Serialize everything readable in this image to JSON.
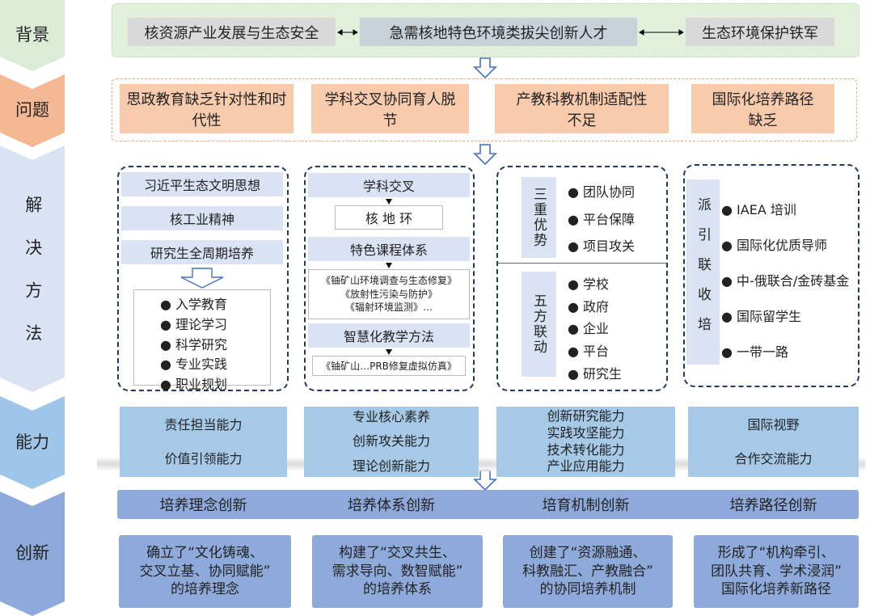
{
  "stages": [
    "背景",
    "问题",
    "解决方法",
    "能力",
    "创新"
  ],
  "background": {
    "left": "核资源产业发展与生态安全",
    "center": "急需核地特色环境类拔尖创新人才",
    "right": "生态环境保护铁军"
  },
  "problems": [
    "思政教育缺乏针对性和时代性",
    "学科交叉协同育人脱节",
    "产教科教机制适配性不足",
    "国际化培养路径缺乏"
  ],
  "methods": {
    "col1": {
      "bars": [
        "习近平生态文明思想",
        "核工业精神",
        "研究生全周期培养"
      ],
      "items": [
        "入学教育",
        "理论学习",
        "科学研究",
        "专业实践",
        "职业规划"
      ]
    },
    "col2": {
      "h1": "学科交叉",
      "b1": "核 地 环",
      "h2": "特色课程体系",
      "courses": [
        "《铀矿山环境调查与生态修复》",
        "《放射性污染与防护》",
        "《辐射环境监测》…"
      ],
      "h3": "智慧化教学方法",
      "b3": "《铀矿山…PRB修复虚拟仿真》"
    },
    "col3": {
      "g1_label": "三重优势",
      "g1_items": [
        "团队协同",
        "平台保障",
        "项目攻关"
      ],
      "g2_label": "五方联动",
      "g2_items": [
        "学校",
        "政府",
        "企业",
        "平台",
        "研究生"
      ]
    },
    "col4": {
      "label": "派引联收培",
      "items": [
        "IAEA 培训",
        "国际化优质导师",
        "中-俄联合/金砖基金",
        "国际留学生",
        "一带一路"
      ]
    }
  },
  "abilities": [
    [
      "责任担当能力",
      "价值引领能力"
    ],
    [
      "专业核心素养",
      "创新攻关能力",
      "理论创新能力"
    ],
    [
      "创新研究能力",
      "实践攻坚能力",
      "技术转化能力",
      "产业应用能力"
    ],
    [
      "国际视野",
      "合作交流能力"
    ]
  ],
  "innovation_titles": [
    "培养理念创新",
    "培养体系创新",
    "培育机制创新",
    "培养路径创新"
  ],
  "innovations": [
    [
      "确立了“文化铸魂、",
      "交叉立基、协同赋能”",
      "的培养理念"
    ],
    [
      "构建了“交叉共生、",
      "需求导向、数智赋能”",
      "的培养体系"
    ],
    [
      "创建了“资源融通、",
      "科教融汇、产教融合”",
      "的协同培养机制"
    ],
    [
      "形成了“机构牵引、",
      "团队共育、学术浸润”",
      "国际化培养新路径"
    ]
  ],
  "colors": {
    "green": "#e2efda",
    "orange": "#f8cbad",
    "navy": "#1f3864",
    "light_blue": "#dae3f3",
    "ability": "#a6c9e8",
    "innov": "#8eaadb"
  }
}
